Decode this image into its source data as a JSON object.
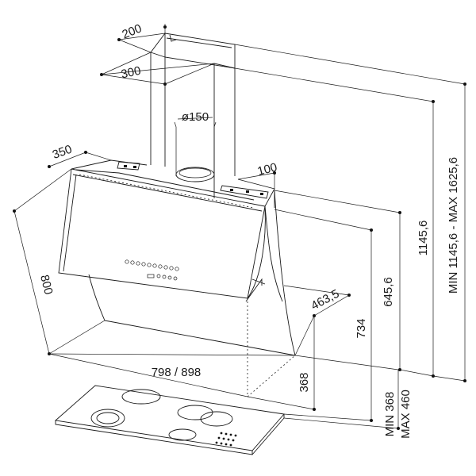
{
  "dimensions": {
    "chimney_depth": "200",
    "chimney_width": "300",
    "outlet_diameter": "ø150",
    "hood_depth": "350",
    "side_depth": "100",
    "panel_length": "800",
    "hood_width": "798 / 898",
    "wall_offset": "463,5",
    "glass_height": "645,6",
    "body_height": "734",
    "bottom_height": "368",
    "min_total": "1145,6",
    "total_range": "MIN 1145,6 - MAX 1625,6",
    "hob_distance": "MIN 368\nMAX 460",
    "hob_distance_min": "MIN 368",
    "hob_distance_max": "MAX 460"
  },
  "colors": {
    "line": "#1a1a1a",
    "background": "#ffffff"
  }
}
